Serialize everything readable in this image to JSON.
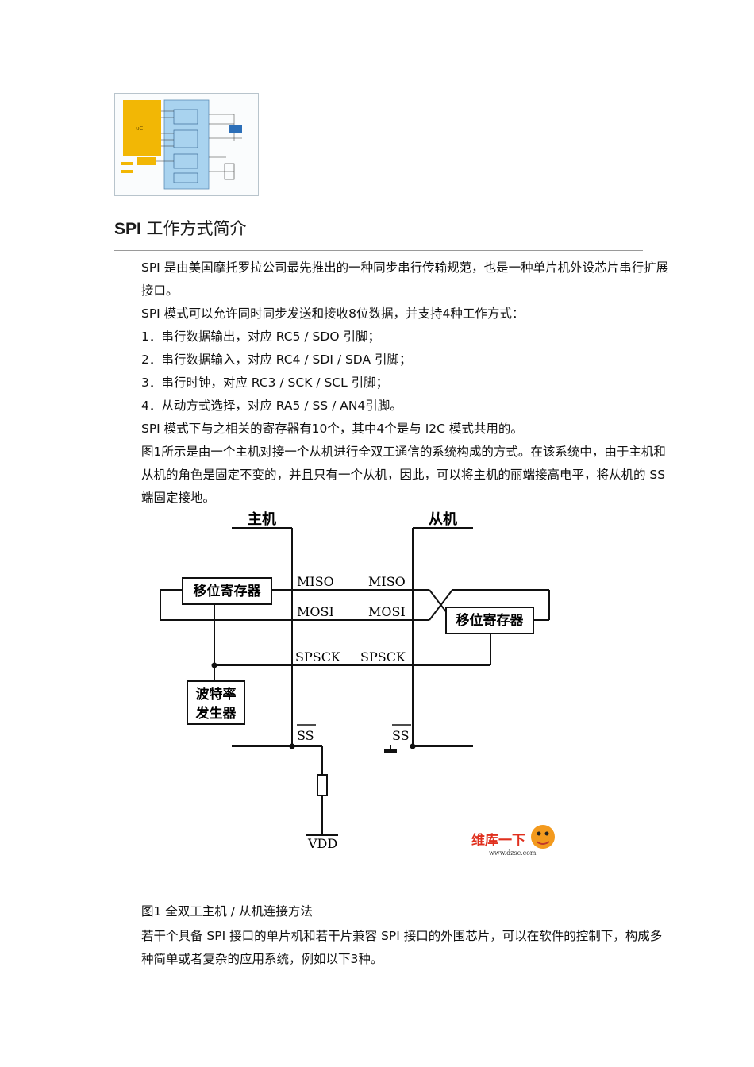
{
  "thumbnail": {
    "alt": "SPI system block diagram",
    "chip_label": "uC"
  },
  "section": {
    "title_latin": "SPI",
    "title_rest": " 工作方式简介"
  },
  "paragraphs": {
    "p1": "SPI 是由美国摩托罗拉公司最先推出的一种同步串行传输规范，也是一种单片机外设芯片串行扩展接口。",
    "p2": "SPI 模式可以允许同时同步发送和接收8位数据，并支持4种工作方式：",
    "item1": "1．串行数据输出，对应 RC5 / SDO 引脚；",
    "item2": "2．串行数据输入，对应 RC4 / SDI / SDA 引脚；",
    "item3": "3．串行时钟，对应 RC3 / SCK / SCL 引脚；",
    "item4": "4．从动方式选择，对应 RA5 / SS / AN4引脚。",
    "p3": "SPI 模式下与之相关的寄存器有10个，其中4个是与 I2C 模式共用的。",
    "p4": "图1所示是由一个主机对接一个从机进行全双工通信的系统构成的方式。在该系统中，由于主机和从机的角色是固定不变的，并且只有一个从机，因此，可以将主机的丽端接高电平，将从机的 SS 端固定接地。"
  },
  "figure": {
    "master_label": "主机",
    "slave_label": "从机",
    "shift_reg_label": "移位寄存器",
    "baud_gen_line1": "波特率",
    "baud_gen_line2": "发生器",
    "miso": "MISO",
    "mosi": "MOSI",
    "spsck": "SPSCK",
    "ss": "SS",
    "vdd": "VDD",
    "watermark_text": "维库一下",
    "watermark_url": "www.dzsc.com"
  },
  "caption": "图1  全双工主机 / 从机连接方法",
  "closing": "若干个具备 SPI 接口的单片机和若干片兼容 SPI 接口的外围芯片，可以在软件的控制下，构成多种简单或者复杂的应用系统，例如以下3种。",
  "colors": {
    "chip_yellow": "#f2b705",
    "board_blue": "#a9d3ef",
    "rule_gray": "#9a9a9a",
    "watermark_red": "#e0301e",
    "watermark_orange": "#f39a1e"
  }
}
